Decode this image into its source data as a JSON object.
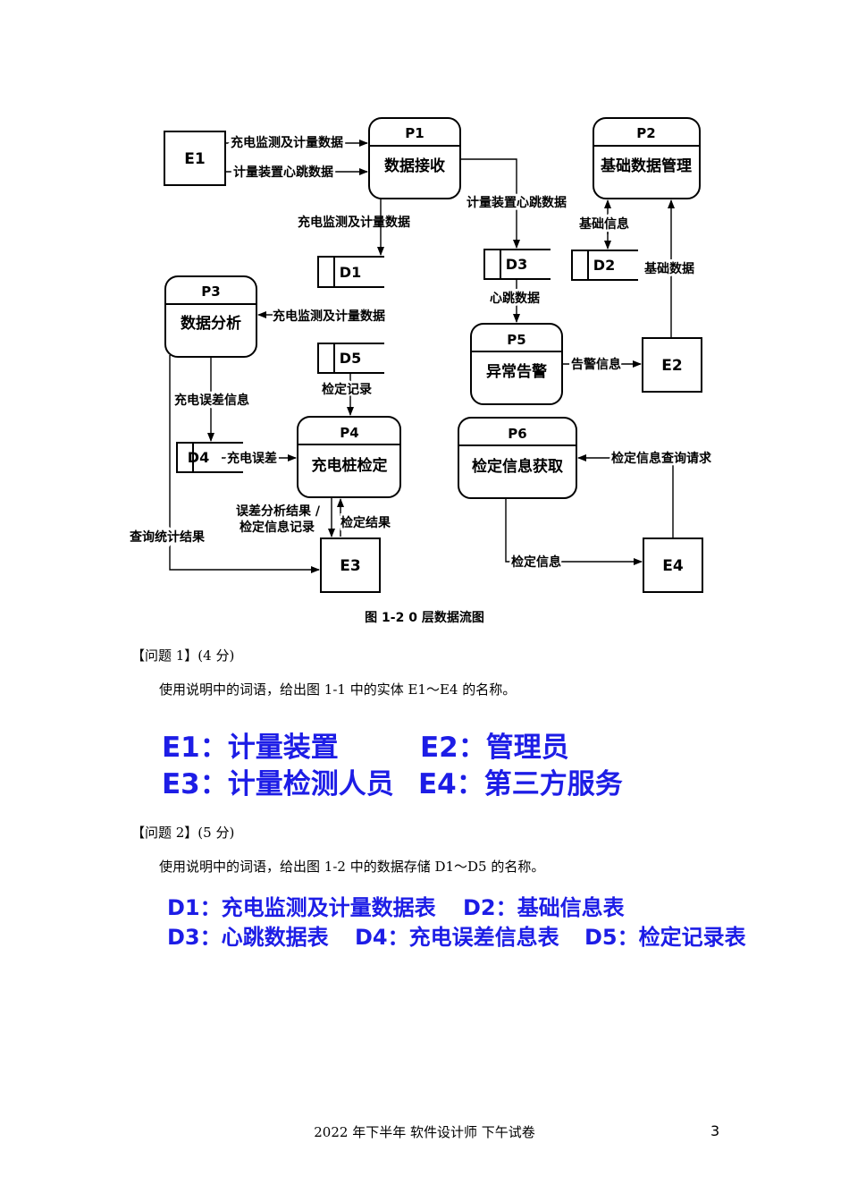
{
  "diagram": {
    "entities": [
      "E1",
      "E2",
      "E3",
      "E4"
    ],
    "processes": [
      {
        "id": "P1",
        "name": "数据接收"
      },
      {
        "id": "P2",
        "name": "基础数据管理"
      },
      {
        "id": "P3",
        "name": "数据分析"
      },
      {
        "id": "P4",
        "name": "充电桩检定"
      },
      {
        "id": "P5",
        "name": "异常告警"
      },
      {
        "id": "P6",
        "name": "检定信息获取"
      }
    ],
    "stores": [
      "D1",
      "D2",
      "D3",
      "D4",
      "D5"
    ],
    "flows": {
      "e1_p1_charge": "充电监测及计量数据",
      "e1_p1_heartbeat": "计量装置心跳数据",
      "p1_d1": "充电监测及计量数据",
      "p1_d3": "计量装置心跳数据",
      "d2_p2": "基础信息",
      "e2_p2": "基础数据",
      "d1_p3": "充电监测及计量数据",
      "d3_p5": "心跳数据",
      "p5_e2": "告警信息",
      "p3_d4": "充电误差信息",
      "d5_p4": "检定记录",
      "d4_p4": "充电误差",
      "e4_p6": "检定信息查询请求",
      "p4_e3_line1": "误差分析结果 /",
      "p4_e3_line2": "检定信息记录",
      "e3_p4": "检定结果",
      "p3_e3": "查询统计结果",
      "p6_e4": "检定信息"
    },
    "caption": "图 1-2 0 层数据流图"
  },
  "q1": {
    "head": "【问题 1】(4 分)",
    "text": "使用说明中的词语，给出图 1-1 中的实体 E1～E4 的名称。",
    "a1": "E1：计量装置",
    "a2": "E2：管理员",
    "a3": "E3：计量检测人员",
    "a4": "E4：第三方服务"
  },
  "q2": {
    "head": "【问题 2】(5 分)",
    "text": "使用说明中的词语，给出图 1-2 中的数据存储 D1～D5 的名称。",
    "a1": "D1：充电监测及计量数据表",
    "a2": "D2：基础信息表",
    "a3": "D3：心跳数据表",
    "a4": "D4：充电误差信息表",
    "a5": "D5：检定记录表"
  },
  "footer": {
    "title": "2022 年下半年  软件设计师  下午试卷",
    "page": "3"
  }
}
